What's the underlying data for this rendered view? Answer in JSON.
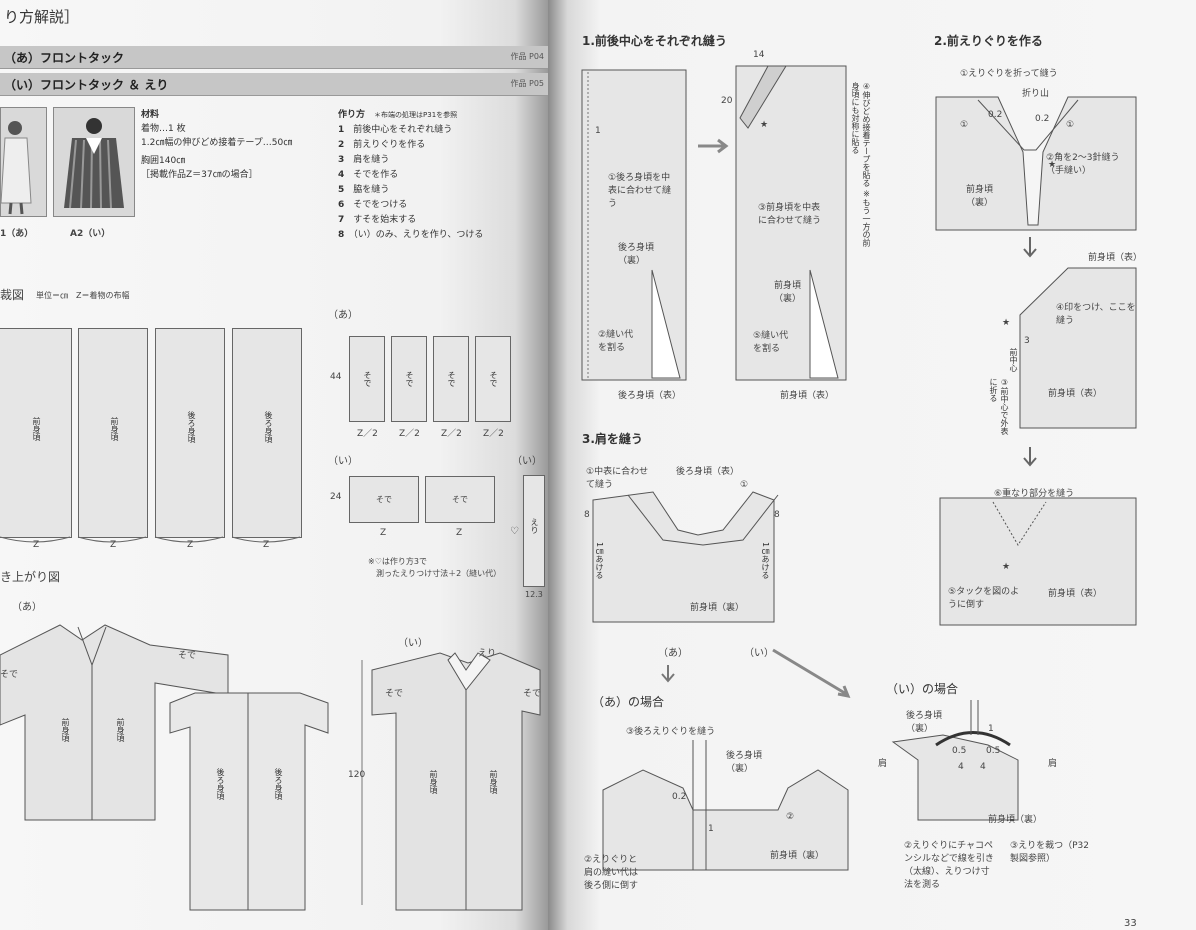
{
  "left": {
    "header": "り方解説］",
    "bars": [
      {
        "label": "（あ）フロントタック",
        "ref": "作品 P04"
      },
      {
        "label": "（い）フロントタック ＆ えり",
        "ref": "作品 P05"
      }
    ],
    "photos": [
      {
        "caption": "1（あ）"
      },
      {
        "caption": "A2（い）"
      }
    ],
    "materials": {
      "title": "材料",
      "lines": [
        "着物…1 枚",
        "1.2㎝幅の伸びどめ接着テープ…50㎝",
        "胸囲140㎝",
        "［掲載作品Z＝37㎝の場合］"
      ]
    },
    "method": {
      "title": "作り方",
      "note": "＊布端の処理はP31を参照",
      "steps": [
        {
          "num": "1",
          "text": "前後中心をそれぞれ縫う"
        },
        {
          "num": "2",
          "text": "前えりぐりを作る"
        },
        {
          "num": "3",
          "text": "肩を縫う"
        },
        {
          "num": "4",
          "text": "そでを作る"
        },
        {
          "num": "5",
          "text": "脇を縫う"
        },
        {
          "num": "6",
          "text": "そでをつける"
        },
        {
          "num": "7",
          "text": "すそを始末する"
        },
        {
          "num": "8",
          "text": "（い）のみ、えりを作り、つける"
        }
      ]
    },
    "cutting": {
      "title": "裁図",
      "units": "単位＝㎝　Z＝着物の布幅",
      "panels": [
        "前身頃",
        "前身頃",
        "後ろ身頃",
        "後ろ身頃"
      ],
      "z": "Z",
      "a_label": "（あ）",
      "sleeve": "そで",
      "height_a": "44",
      "half_z": "Z／2",
      "i_label": "（い）",
      "height_i": "24",
      "collar": "えり",
      "collar_width": "12.3",
      "note_line1": "※♡は作り方3で",
      "note_line2": "測ったえりつけ寸法＋2（縫い代）"
    },
    "finished": {
      "title": "き上がり図",
      "a_label": "（あ）",
      "i_label": "（い）",
      "front": "前身頃",
      "back": "後ろ身頃",
      "sleeve": "そで",
      "collar": "えり",
      "length": "120"
    }
  },
  "right": {
    "step1": {
      "title": "1.前後中心をそれぞれ縫う",
      "n14": "14",
      "n20": "20",
      "n1": "1",
      "back_sew": "①後ろ身頃を中表に合わせて縫う",
      "back_label": "後ろ身頃（裏）",
      "split_back": "②縫い代を割る",
      "back_bottom": "後ろ身頃（表）",
      "front_sew": "③前身頃を中表に合わせて縫う",
      "front_label": "前身頃（裏）",
      "split_front": "⑤縫い代を割る",
      "front_bottom": "前身頃（表）",
      "tape_note": "④伸びどめ接着テープを貼る ※もう一方の前身頃にも対称に貼る"
    },
    "step2": {
      "title": "2.前えりぐりを作る",
      "fold": "①えりぐりを折って縫う",
      "fold_line": "折り山",
      "v02": "0.2",
      "v02b": "0.2",
      "c1": "①",
      "c1b": "①",
      "corner": "②角を2〜3針縫う（手縫い）",
      "front_ura": "前身頃（裏）",
      "front_ura2": "前身頃（表）",
      "mark": "④印をつけ、ここを縫う",
      "n3": "3",
      "center": "前中心",
      "fold_center": "③前中心で外表に折る",
      "front_omote": "前身頃（表）",
      "overlap": "⑥重なり部分を縫う",
      "tuck": "⑤タックを図のように倒す",
      "front_omote2": "前身頃（表）"
    },
    "step3": {
      "title": "3.肩を縫う",
      "center_sew": "①中表に合わせて縫う",
      "back_omote": "後ろ身頃（表）",
      "c1": "①",
      "n8": "8",
      "n8b": "8",
      "open1": "1㎝あける",
      "open2": "1㎝あける",
      "front_ura": "前身頃（裏）",
      "arrow_a": "（あ）",
      "arrow_i": "（い）"
    },
    "caseA": {
      "title": "（あ）の場合",
      "neck": "③後ろえりぐりを縫う",
      "back_ura": "後ろ身頃（裏）",
      "v02": "0.2",
      "n1": "1",
      "c2": "②",
      "seam": "②えりぐりと肩の縫い代は後ろ側に倒す",
      "front_ura": "前身頃（裏）"
    },
    "caseI": {
      "title": "（い）の場合",
      "back_ura": "後ろ身頃（裏）",
      "n1": "1",
      "v05": "0.5",
      "v05b": "0.5",
      "n4": "4",
      "n4b": "4",
      "shoulder": "肩",
      "shoulder2": "肩",
      "front_ura": "前身頃（裏）",
      "draw": "②えりぐりにチャコペンシルなどで線を引き（太線）、えりつけ寸法を測る",
      "collar": "③えりを裁つ（P32製図参照）"
    },
    "page_no": "33"
  }
}
